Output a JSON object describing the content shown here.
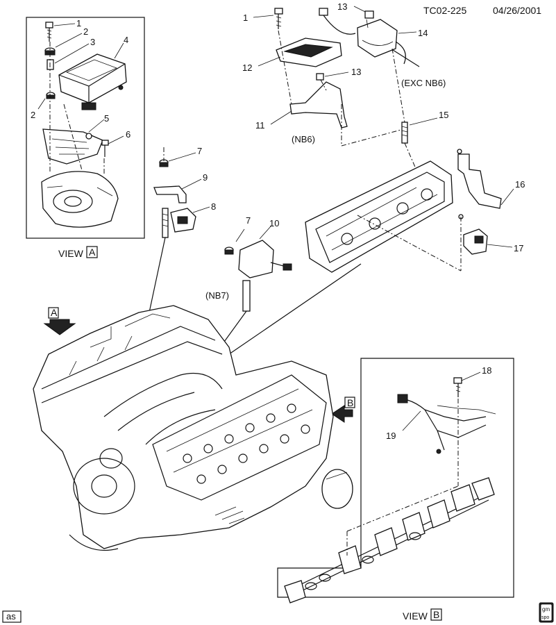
{
  "header": {
    "code": "TC02-225",
    "date": "04/26/2001"
  },
  "views": {
    "a_word": "VIEW",
    "a_letter": "A",
    "b_word": "VIEW",
    "b_letter": "B",
    "arrow_a": "A",
    "arrow_b": "B"
  },
  "notes": {
    "exc_nb6": "(EXC NB6)",
    "nb6": "(NB6)",
    "nb7": "(NB7)"
  },
  "callouts": {
    "c1a": "1",
    "c2a": "2",
    "c3": "3",
    "c4": "4",
    "c2b": "2",
    "c5": "5",
    "c6": "6",
    "c1b": "1",
    "c13a": "13",
    "c14": "14",
    "c12": "12",
    "c13b": "13",
    "c11": "11",
    "c15": "15",
    "c7a": "7",
    "c9": "9",
    "c8": "8",
    "c7b": "7",
    "c10": "10",
    "c16": "16",
    "c17": "17",
    "c18": "18",
    "c19": "19"
  },
  "footer": {
    "left_tag": "as",
    "logo_top": "gm",
    "logo_bottom": "spo"
  }
}
